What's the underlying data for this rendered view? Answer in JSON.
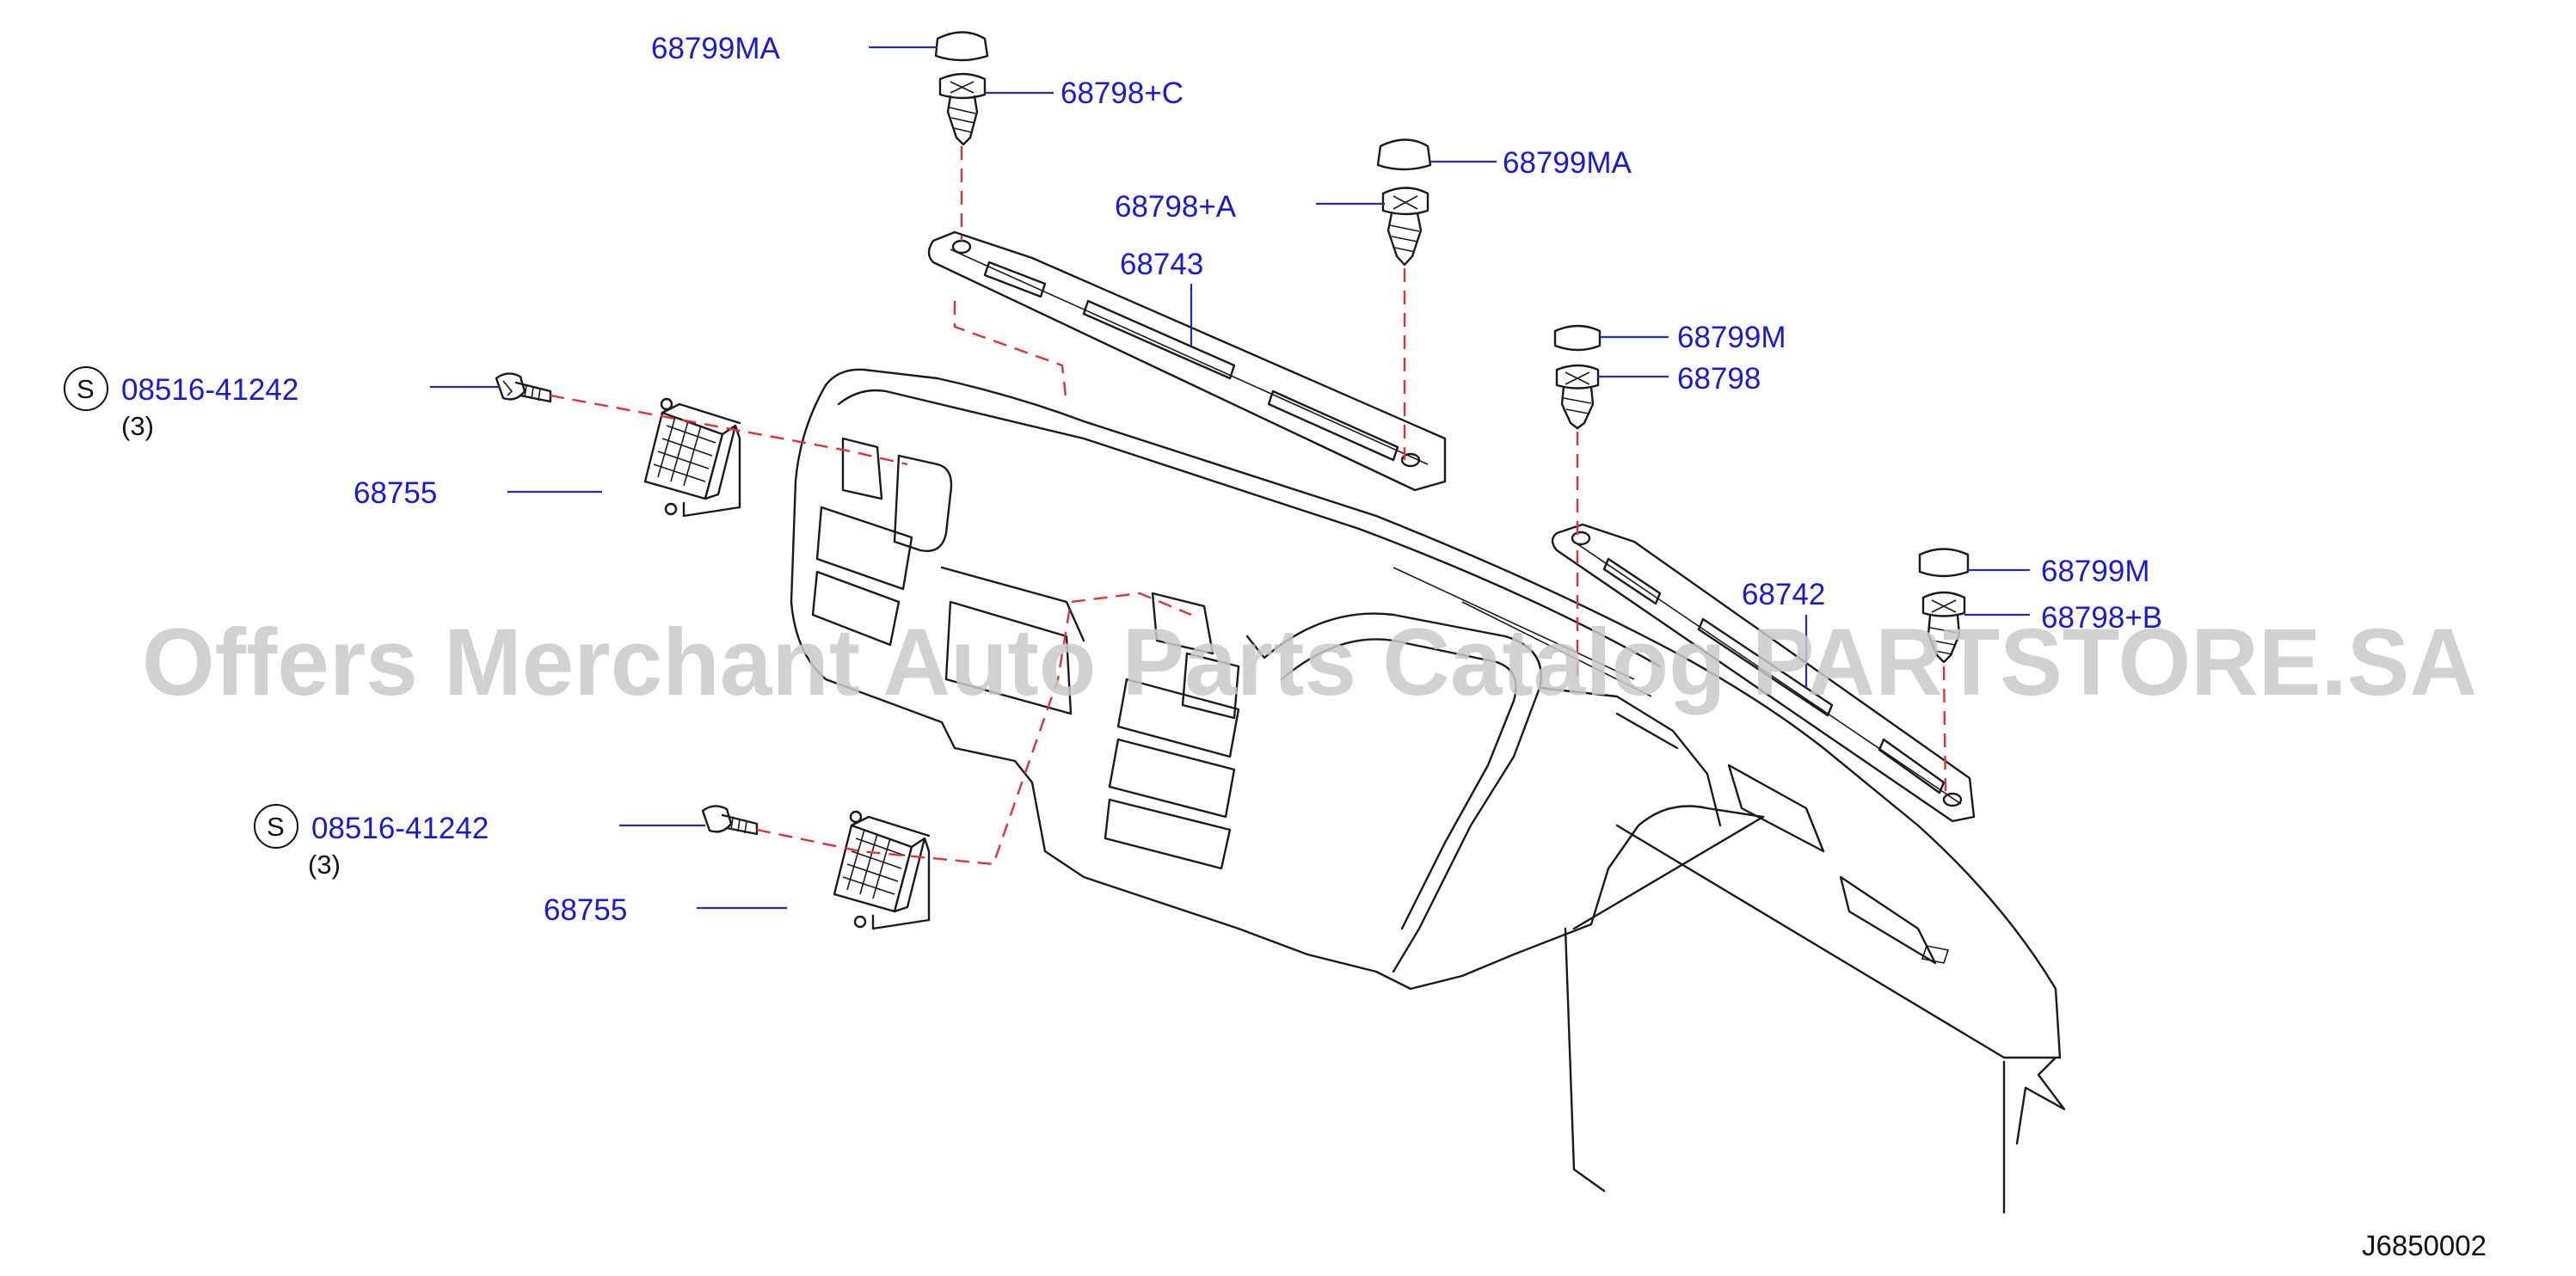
{
  "diagram_code": "J6850002",
  "watermark": "Offers Merchant Auto Parts Catalog PARTSTORE.SA",
  "std_mark": "S",
  "colors": {
    "part_label": "#1a1ad6",
    "leader": "#2a2ab0",
    "dash": "#e0303a",
    "outline": "#1a1a1a",
    "watermark": "#c9c9c9"
  },
  "labels": {
    "clip_cap_top_left": "68799MA",
    "clip_top_left": "68798+C",
    "clip_cap_top_mid": "68799MA",
    "clip_top_mid": "68798+A",
    "garnish_left": "68743",
    "clip_cap_right_upper": "68799M",
    "clip_right_upper": "68798",
    "garnish_right": "68742",
    "clip_cap_right_lower": "68799M",
    "clip_right_lower": "68798+B",
    "screw_upper": "08516-41242",
    "screw_upper_qty": "(3)",
    "vent_upper": "68755",
    "screw_lower": "08516-41242",
    "screw_lower_qty": "(3)",
    "vent_lower": "68755"
  }
}
